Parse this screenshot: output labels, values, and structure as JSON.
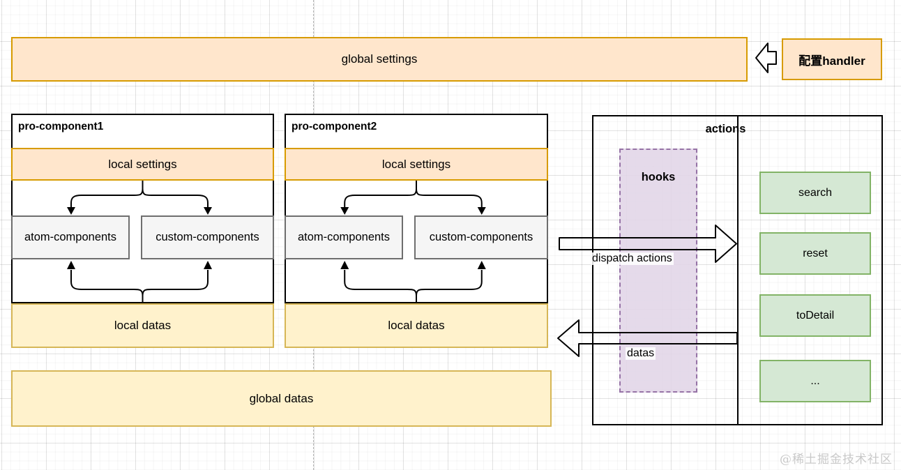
{
  "diagram": {
    "global_settings_label": "global settings",
    "handler_label": "配置handler",
    "components": [
      {
        "title": "pro-component1",
        "local_settings": "local settings",
        "atom": "atom-components",
        "custom": "custom-components",
        "local_datas": "local datas"
      },
      {
        "title": "pro-component2",
        "local_settings": "local settings",
        "atom": "atom-components",
        "custom": "custom-components",
        "local_datas": "local datas"
      }
    ],
    "global_datas_label": "global datas",
    "actions": {
      "title": "actions",
      "hooks_label": "hooks",
      "items": [
        "search",
        "reset",
        "toDetail",
        "..."
      ]
    },
    "flows": {
      "dispatch_label": "dispatch actions",
      "datas_label": "datas"
    },
    "watermark": "@稀土掘金技术社区",
    "colors": {
      "orange_fill": "#ffe6cc",
      "orange_border": "#d79b00",
      "yellow_fill": "#fff2cc",
      "yellow_border": "#d6b656",
      "purple_fill": "#e1d5e7",
      "purple_border": "#9673a6",
      "green_fill": "#d5e8d4",
      "green_border": "#82b366",
      "gray_fill": "#f5f5f5",
      "gray_border": "#666666",
      "line": "#000000"
    }
  }
}
